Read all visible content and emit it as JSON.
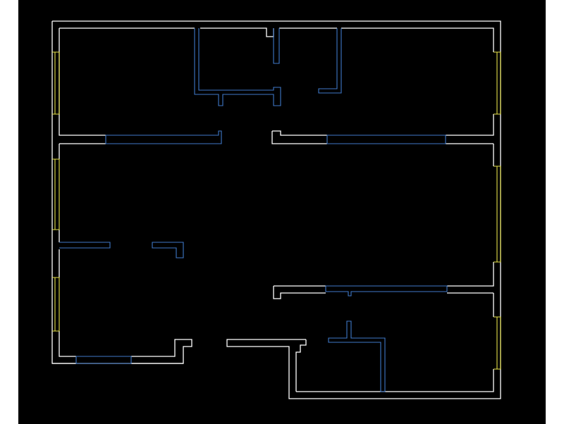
{
  "drawing": {
    "background_color": "#000000",
    "page_color": "#ffffff",
    "colors": {
      "exterior_walls": "#ffffff",
      "windows": "#e6e24a",
      "partitions": "#3f78c8"
    },
    "layers": [
      {
        "name": "exterior-walls",
        "color_key": "exterior_walls"
      },
      {
        "name": "windows",
        "color_key": "windows"
      },
      {
        "name": "partitions",
        "color_key": "partitions"
      }
    ]
  }
}
